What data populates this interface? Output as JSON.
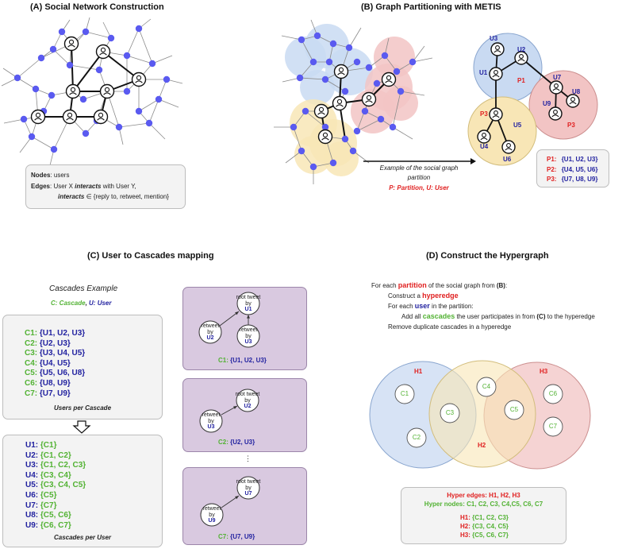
{
  "panel_a": {
    "title": "(A) Social Network Construction",
    "legend": {
      "nodes_key": "Nodes",
      "nodes_text": ": users",
      "edges_key": "Edges",
      "edges_line1_pre": ": User X ",
      "edges_line1_key": "interacts",
      "edges_line1_post": " with User Y,",
      "edges_line2_key": "interacts",
      "edges_line2_post": " ∈ {reply to, retweet, mention}"
    }
  },
  "panel_b": {
    "title": "(B) Graph Partitioning with METIS",
    "arrow_caption_1": "Example of the social graph",
    "arrow_caption_2": "partition",
    "arrow_caption_3": "P: Partition, U: User",
    "user_labels": [
      "U1",
      "U2",
      "U3",
      "U4",
      "U5",
      "U6",
      "U7",
      "U8",
      "U9"
    ],
    "partition_labels": [
      "P1",
      "P2",
      "P3"
    ],
    "legend": [
      {
        "key": "P1:",
        "value": "{U1, U2, U3}"
      },
      {
        "key": "P2:",
        "value": "{U4, U5, U6}"
      },
      {
        "key": "P3:",
        "value": "{U7, U8, U9}"
      }
    ]
  },
  "panel_c": {
    "title": "(C) User to Cascades mapping",
    "example_title": "Cascades Example",
    "example_legend_c": "C: Cascade",
    "example_legend_sep": ", ",
    "example_legend_u": "U: User",
    "users_per_cascade": [
      {
        "key": "C1:",
        "value": "{U1, U2, U3}"
      },
      {
        "key": "C2:",
        "value": "{U2, U3}"
      },
      {
        "key": "C3:",
        "value": "{U3, U4, U5}"
      },
      {
        "key": "C4:",
        "value": "{U4, U5}"
      },
      {
        "key": "C5:",
        "value": "{U5, U6, U8}"
      },
      {
        "key": "C6:",
        "value": "{U8, U9}"
      },
      {
        "key": "C7:",
        "value": "{U7, U9}"
      }
    ],
    "users_per_cascade_caption": "Users per Cascade",
    "cascades_per_user": [
      {
        "key": "U1:",
        "value": "{C1}"
      },
      {
        "key": "U2:",
        "value": "{C1, C2}"
      },
      {
        "key": "U3:",
        "value": "{C1, C2, C3}"
      },
      {
        "key": "U4:",
        "value": "{C3, C4}"
      },
      {
        "key": "U5:",
        "value": "{C3, C4, C5}"
      },
      {
        "key": "U6:",
        "value": "{C5}"
      },
      {
        "key": "U7:",
        "value": "{C7}"
      },
      {
        "key": "U8:",
        "value": "{C5, C6}"
      },
      {
        "key": "U9:",
        "value": "{C6, C7}"
      }
    ],
    "cascades_per_user_caption": "Cascades per User",
    "tree_root": "root tweet",
    "tree_retweet": "retweet",
    "tree_by": "by",
    "cascade_trees": [
      {
        "caption_key": "C1:",
        "caption_value": "{U1, U2, U3}",
        "root_user": "U1",
        "children": [
          "U2",
          "U3"
        ]
      },
      {
        "caption_key": "C2:",
        "caption_value": "{U2, U3}",
        "root_user": "U2",
        "children": [
          "U3"
        ]
      },
      {
        "caption_key": "C7:",
        "caption_value": "{U7, U9}",
        "root_user": "U7",
        "children": [
          "U9"
        ]
      }
    ],
    "ellipsis": "⋮"
  },
  "panel_d": {
    "title": "(D) Construct the Hypergraph",
    "algo": {
      "l1_pre": "For each ",
      "l1_key": "partition",
      "l1_mid": " of the social graph from ",
      "l1_ref": "(B)",
      "l1_post": ":",
      "l2_pre": "Construct a ",
      "l2_key": "hyperedge",
      "l3_pre": "For each ",
      "l3_key": "user",
      "l3_post": " in the partition:",
      "l4_pre": "Add all ",
      "l4_key": "cascades",
      "l4_mid": " the user participates in from ",
      "l4_ref": "(C)",
      "l4_post": " to the hyperedge",
      "l5": "Remove duplicate cascades in a hyperedge"
    },
    "hyperedge_labels": [
      "H1",
      "H2",
      "H3"
    ],
    "hypernode_labels": [
      "C1",
      "C2",
      "C3",
      "C4",
      "C5",
      "C6",
      "C7"
    ],
    "legend": {
      "edges_line": "Hyper edges: H1, H2, H3",
      "nodes_line": "Hyper nodes: C1, C2, C3, C4,C5, C6, C7",
      "rows": [
        {
          "key": "H1:",
          "value": "{C1, C2, C3}"
        },
        {
          "key": "H2:",
          "value": "{C3, C4, C5}"
        },
        {
          "key": "H3:",
          "value": "{C5, C6, C7}"
        }
      ]
    }
  },
  "colors": {
    "node_blue": "#5a5af0",
    "part_blue": "#c9daf2",
    "part_red": "#f2c4c4",
    "part_yellow": "#f8e6b6",
    "purple_box": "#d9c9e0",
    "label_red": "#e02020",
    "label_blue": "#2222a0",
    "label_green": "#52b233"
  },
  "icons": [
    "user-icon",
    "arrow-right-icon",
    "arrow-down-outline-icon"
  ]
}
